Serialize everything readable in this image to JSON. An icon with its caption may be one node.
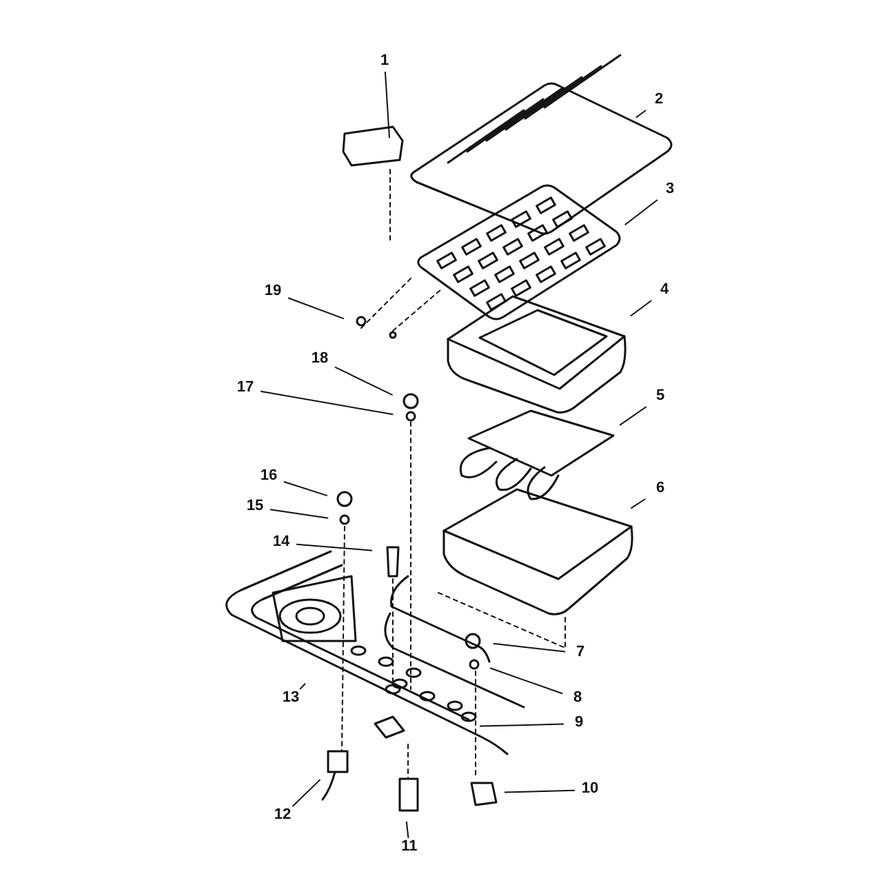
{
  "diagram": {
    "nodes": [
      {
        "text": [
          "1"
        ]
      },
      {
        "text": [
          "2"
        ]
      },
      {
        "text": [
          "3"
        ]
      },
      {
        "text": [
          "4"
        ]
      },
      {
        "text": [
          "5"
        ]
      },
      {
        "text": [
          "6"
        ]
      },
      {
        "text": [
          "7"
        ]
      },
      {
        "text": [
          "8"
        ]
      },
      {
        "text": [
          "9"
        ]
      },
      {
        "text": [
          "10"
        ]
      },
      {
        "text": [
          "11"
        ]
      },
      {
        "text": [
          "12"
        ]
      },
      {
        "text": [
          "13"
        ]
      },
      {
        "text": [
          "14"
        ]
      },
      {
        "text": [
          "15"
        ]
      },
      {
        "text": [
          "16"
        ]
      },
      {
        "text": [
          "17"
        ]
      },
      {
        "text": [
          "18"
        ]
      },
      {
        "text": [
          "19"
        ]
      }
    ],
    "edges": [
      {
        "from": 0,
        "to": null,
        "arrow": "none"
      },
      {
        "from": 1,
        "to": null,
        "arrow": "none"
      },
      {
        "from": 2,
        "to": null,
        "arrow": "none"
      },
      {
        "from": 3,
        "to": null,
        "arrow": "none"
      },
      {
        "from": 4,
        "to": null,
        "arrow": "none"
      },
      {
        "from": 5,
        "to": null,
        "arrow": "none"
      },
      {
        "from": 6,
        "to": null,
        "arrow": "none"
      },
      {
        "from": 7,
        "to": null,
        "arrow": "none"
      },
      {
        "from": 8,
        "to": null,
        "arrow": "none"
      },
      {
        "from": 9,
        "to": null,
        "arrow": "none"
      },
      {
        "from": 10,
        "to": null,
        "arrow": "none"
      },
      {
        "from": 11,
        "to": null,
        "arrow": "none"
      },
      {
        "from": 12,
        "to": null,
        "arrow": "none"
      },
      {
        "from": 13,
        "to": null,
        "arrow": "none"
      },
      {
        "from": 14,
        "to": null,
        "arrow": "none"
      },
      {
        "from": 15,
        "to": null,
        "arrow": "none"
      },
      {
        "from": 16,
        "to": null,
        "arrow": "none"
      },
      {
        "from": 17,
        "to": null,
        "arrow": "none"
      },
      {
        "from": 18,
        "to": null,
        "arrow": "none"
      }
    ]
  }
}
